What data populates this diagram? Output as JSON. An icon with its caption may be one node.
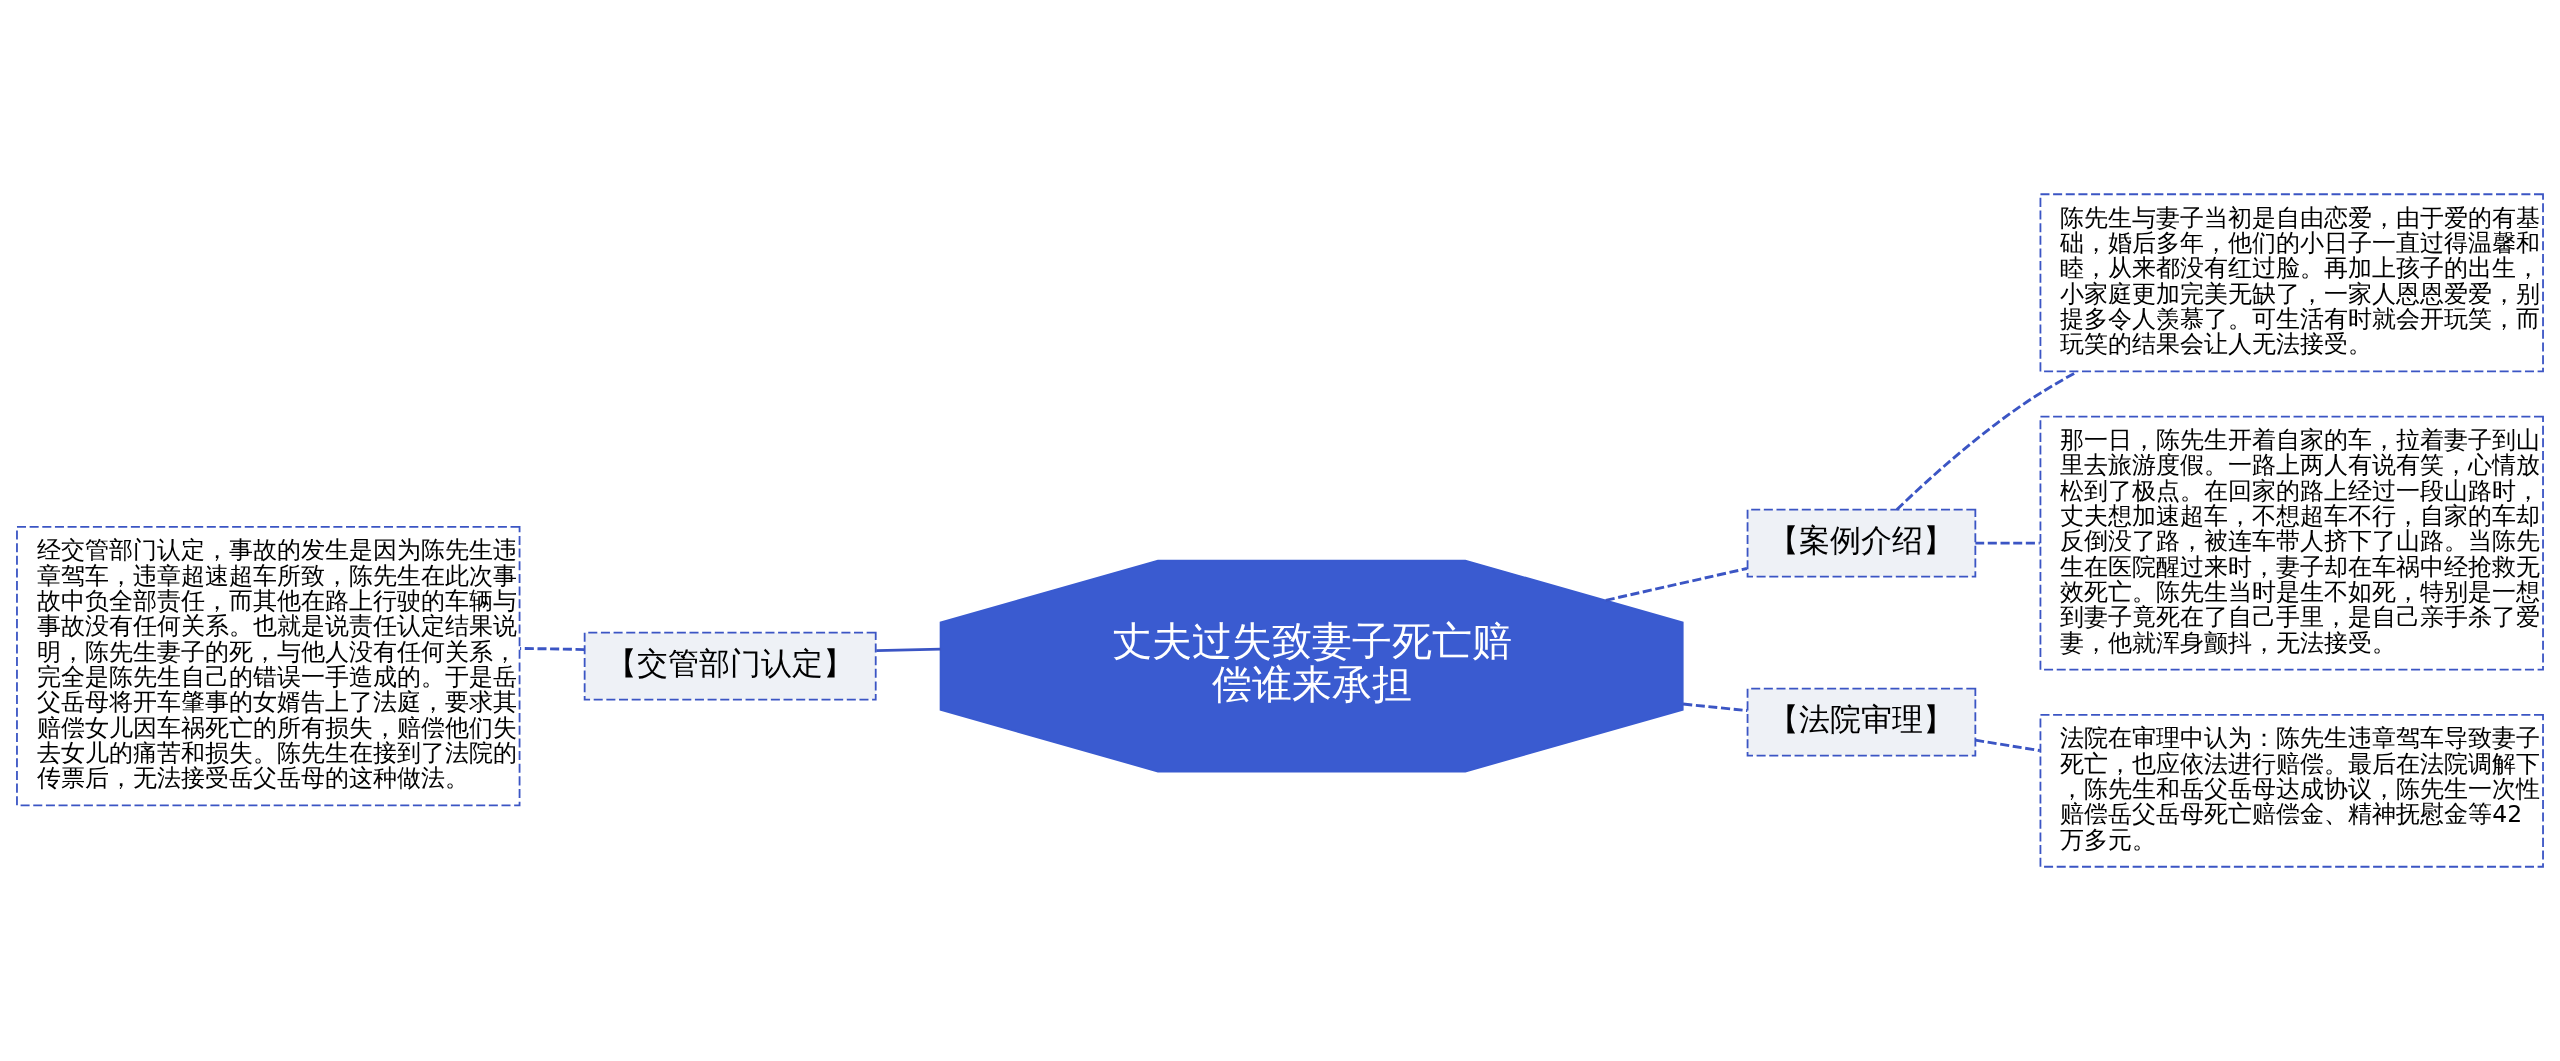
{
  "diagram": {
    "nodes": [
      {
        "text": [
          "丈夫过失致妻子死亡赔偿谁来承担"
        ]
      },
      {
        "text": [
          "【交管部门认定】"
        ]
      },
      {
        "text": [
          "经交管部门认定，事故的发生是因为陈先生违章驾车，违章超速超车所致，陈先生在此次事故中负全部责任，而其他在路上行驶的车辆与事故没有任何关系。也就是说责任认定结果说明，陈先生妻子的死，与他人没有任何关系，完全是陈先生自己的错误一手造成的。于是岳父岳母将开车肇事的女婿告上了法庭，要求其赔偿女儿因车祸死亡的所有损失，赔偿他们失去女儿的痛苦和损失。陈先生在接到了法院的传票后，无法接受岳父岳母的这种做法。"
        ]
      },
      {
        "text": [
          "【案例介绍】"
        ]
      },
      {
        "text": [
          "陈先生与妻子当初是自由恋爱，由于爱的有基础，婚后多年，他们的小日子一直过得温馨和睦，从来都没有红过脸。再加上孩子的出生，小家庭更加完美无缺了，一家人恩恩爱爱，别提多令人羡慕了。可生活有时就会开玩笑，而玩笑的结果会让人无法接受。"
        ]
      },
      {
        "text": [
          "那一日，陈先生开着自家的车，拉着妻子到山里去旅游度假。一路上两人有说有笑，心情放松到了极点。在回家的路上经过一段山路时，丈夫想加速超车，不想超车不行，自家的车却反倒没了路，被连车带人挤下了山路。当陈先生在医院醒过来时，妻子却在车祸中经抢救无效死亡。陈先生当时是生不如死，特别是一想到妻子竟死在了自己手里，是自己亲手杀了爱妻，他就浑身颤抖，无法接受。"
        ]
      },
      {
        "text": [
          "【法院审理】"
        ]
      },
      {
        "text": [
          "法院在审理中认为：陈先生违章驾车导致妻子死亡，也应依法进行赔偿。最后在法院调解下，陈先生和岳父岳母达成协议，陈先生一次性赔偿岳父岳母死亡赔偿金、精神抚慰金等42万多元。"
        ]
      }
    ],
    "edges": [
      {
        "from": 0,
        "to": 1,
        "arrow": "none"
      },
      {
        "from": 1,
        "to": 2,
        "arrow": "none",
        "style": "dashed"
      },
      {
        "from": 0,
        "to": 3,
        "arrow": "none",
        "style": "dashed"
      },
      {
        "from": 3,
        "to": 4,
        "arrow": "none",
        "style": "dashed"
      },
      {
        "from": 3,
        "to": 5,
        "arrow": "none",
        "style": "dashed"
      },
      {
        "from": 0,
        "to": 6,
        "arrow": "none",
        "style": "dashed"
      },
      {
        "from": 6,
        "to": 7,
        "arrow": "none",
        "style": "dashed"
      }
    ]
  }
}
